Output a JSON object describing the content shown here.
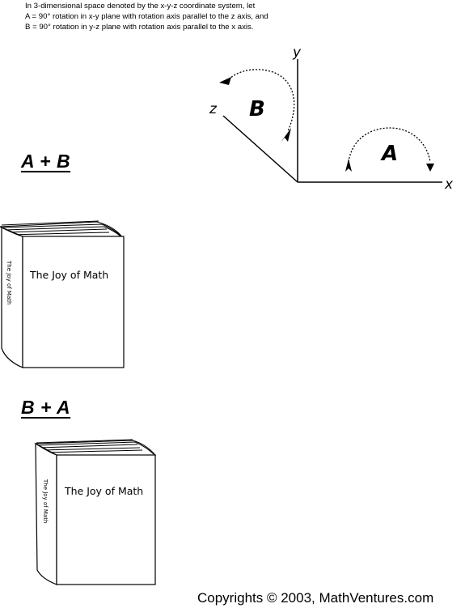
{
  "intro": {
    "line1": "In 3-dimensional space denoted by the x-y-z coordinate system, let",
    "line2": "A = 90° rotation in x-y plane with rotation axis parallel to the z axis, and",
    "line3": "B = 90° rotation in y-z plane with rotation axis parallel to the x axis."
  },
  "axes": {
    "x_label": "x",
    "y_label": "y",
    "z_label": "z",
    "rotation_a_label": "A",
    "rotation_b_label": "B"
  },
  "sections": {
    "a_plus_b": "A + B",
    "b_plus_a": "B + A"
  },
  "book": {
    "cover_title": "The Joy of Math",
    "spine_title": "The Joy of Math"
  },
  "footer": {
    "copyright": "Copyrights  ©  2003, MathVentures.com"
  }
}
